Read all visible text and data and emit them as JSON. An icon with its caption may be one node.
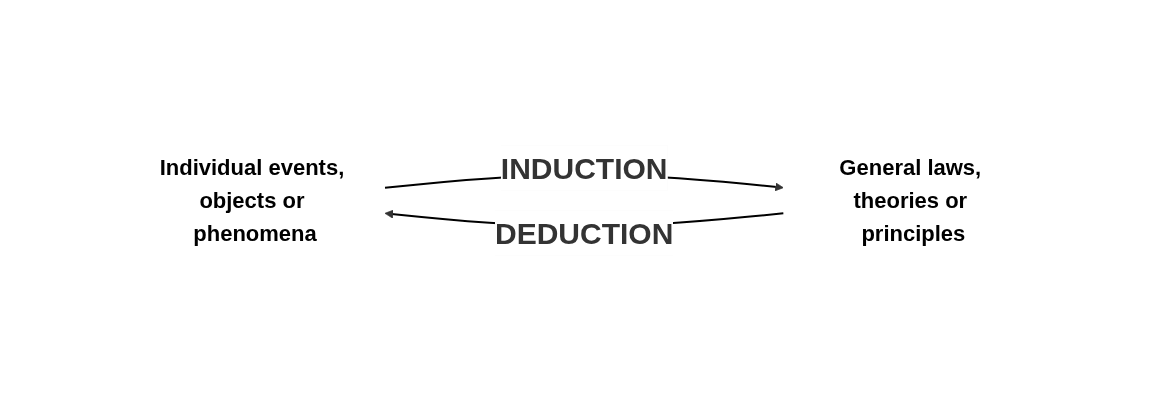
{
  "diagram": {
    "nodes": [
      {
        "text": [
          "Individual events, objects or phenomena"
        ]
      },
      {
        "text": [
          "General laws, theories or principles"
        ]
      }
    ],
    "edges": [
      {
        "from": 0,
        "to": 1,
        "arrow": "to",
        "label": "INDUCTION"
      },
      {
        "from": 1,
        "to": 0,
        "arrow": "to",
        "label": "DEDUCTION"
      }
    ]
  }
}
